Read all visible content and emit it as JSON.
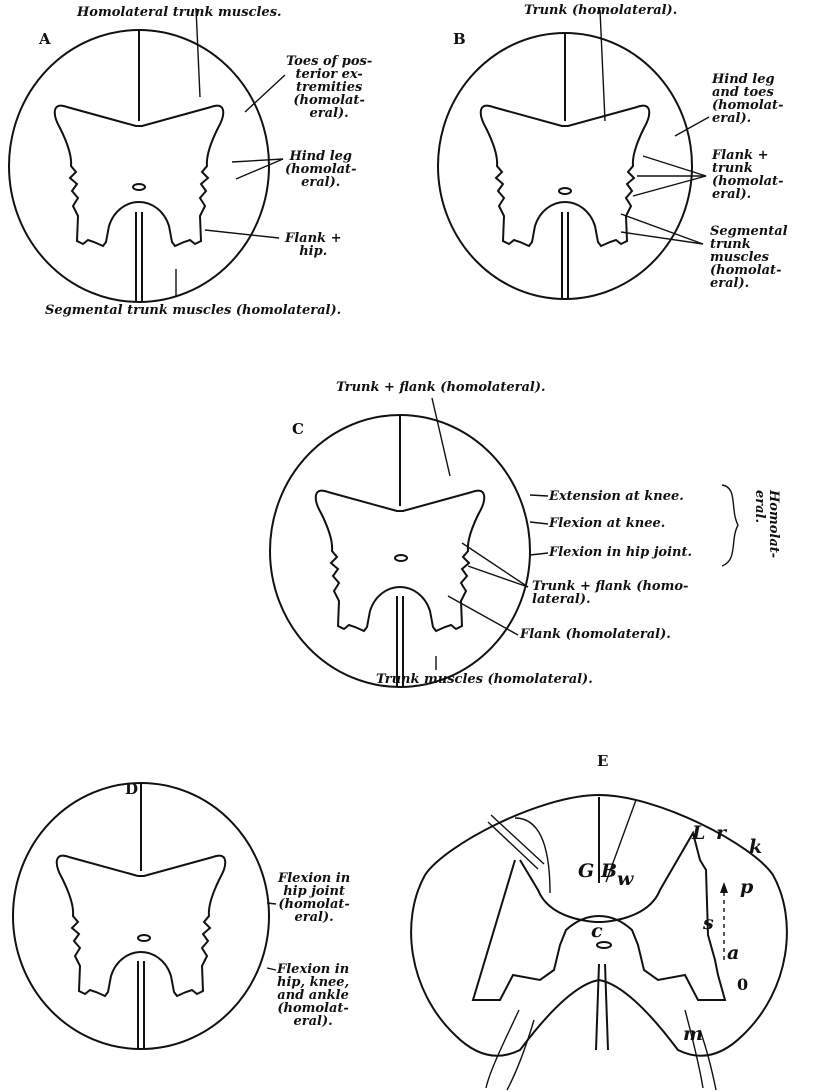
{
  "panels": [
    "A",
    "B",
    "C",
    "D",
    "E"
  ],
  "a": {
    "top": "Homolateral trunk muscles.",
    "toes": "Toes of pos-\nterior ex-\ntremities\n(homolat-\neral).",
    "hind_leg": "Hind leg\n(homolat-\neral).",
    "flank_hip": "Flank +\nhip.",
    "bottom": "Segmental trunk muscles (homolateral)."
  },
  "b": {
    "top": "Trunk (homolateral).",
    "hind_leg_toes": "Hind leg\nand toes\n(homolat-\neral).",
    "flank_trunk": "Flank +\ntrunk\n(homolat-\neral).",
    "segmental": "Segmental\ntrunk\nmuscles\n(homolat-\neral)."
  },
  "c": {
    "top": "Trunk + flank (homolateral).",
    "ext_knee": "Extension at knee.",
    "flex_knee": "Flexion at knee.",
    "flex_hip": "Flexion in hip joint.",
    "bracket": "Homolat-\neral.",
    "trunk_flank": "Trunk + flank (homo-\nlateral).",
    "flank": "Flank (homolateral).",
    "bottom": "Trunk muscles (homolateral)."
  },
  "d": {
    "flex_hip": "Flexion in\nhip joint\n(homolat-\neral).",
    "flex_multi": "Flexion in\nhip, knee,\nand ankle\n(homolat-\neral)."
  },
  "e": {
    "letters": {
      "G": "G",
      "B": "B",
      "w": "w",
      "L": "L",
      "r": "r",
      "k": "k",
      "p": "p",
      "s": "s",
      "c": "c",
      "a": "a",
      "o": "0",
      "m": "m"
    }
  }
}
